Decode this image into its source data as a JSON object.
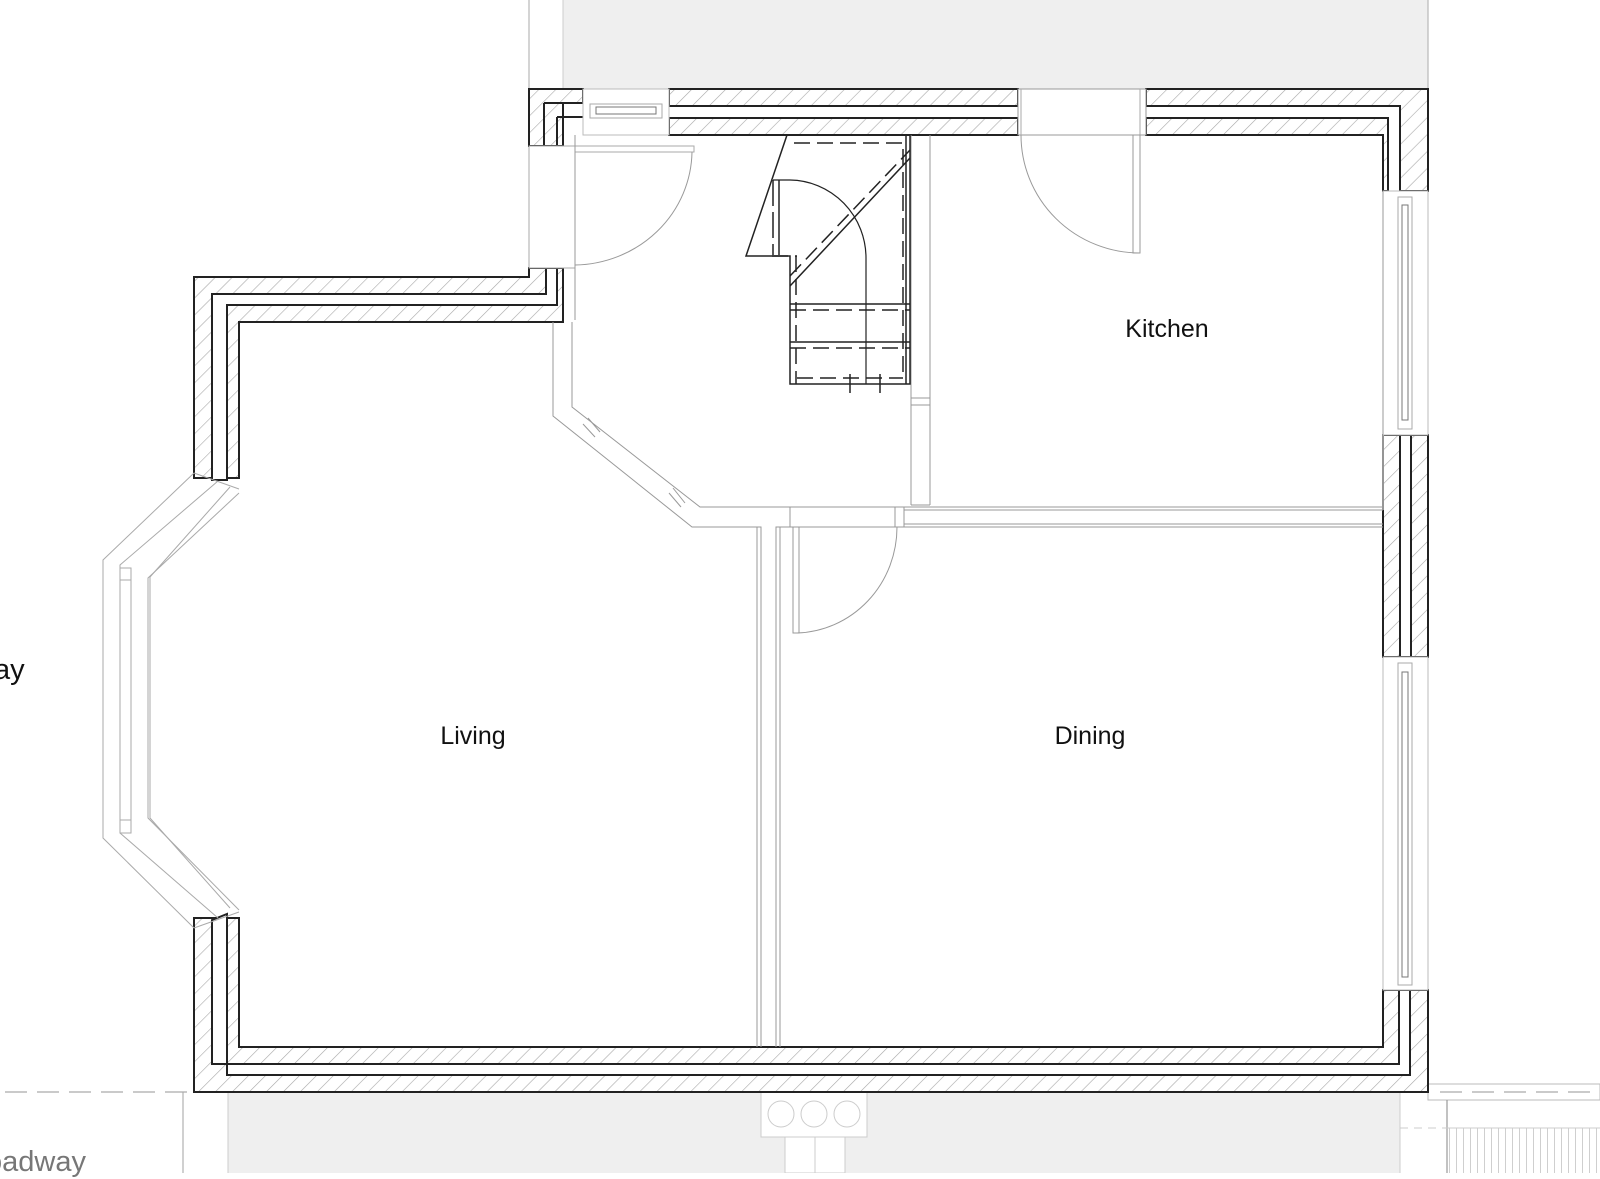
{
  "drawing": {
    "type": "floor-plan",
    "view": "ground floor plan",
    "colors": {
      "wall_outline": "#222222",
      "hatch": "#9a9a9a",
      "thin_line": "#9a9a9a",
      "site_fill": "#efefef",
      "stair_line": "#222222",
      "background": "#ffffff"
    }
  },
  "rooms": [
    {
      "id": "kitchen",
      "label": "Kitchen"
    },
    {
      "id": "living",
      "label": "Living"
    },
    {
      "id": "dining",
      "label": "Dining"
    }
  ],
  "site_labels": {
    "left_edge": "ay",
    "bottom_left": "oadway"
  },
  "features": {
    "doors": [
      "entrance door",
      "kitchen back door",
      "dining door"
    ],
    "windows": [
      "top small window",
      "kitchen side window",
      "dining side window",
      "living bay window"
    ],
    "stair": "winding staircase",
    "meter_box_circles": 3
  }
}
